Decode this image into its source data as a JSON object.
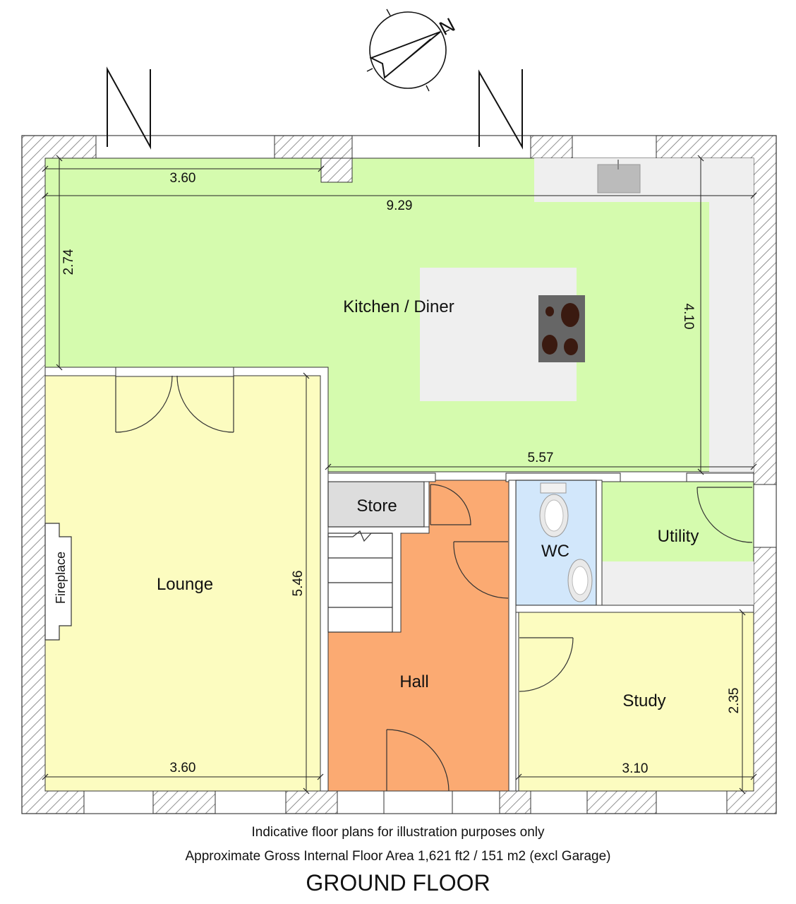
{
  "rooms": {
    "kitchen_diner": "Kitchen / Diner",
    "lounge": "Lounge",
    "store": "Store",
    "hall": "Hall",
    "wc": "WC",
    "utility": "Utility",
    "study": "Study",
    "fireplace": "Fireplace"
  },
  "dimensions": {
    "kitchen_top_width": "3.60",
    "kitchen_overall_width": "9.29",
    "kitchen_left_height": "2.74",
    "kitchen_right_height": "4.10",
    "kitchen_bottom_width": "5.57",
    "lounge_height": "5.46",
    "lounge_width": "3.60",
    "study_height": "2.35",
    "study_width": "3.10"
  },
  "compass": {
    "north_label": "N"
  },
  "colors": {
    "kitchen": "#d5fbae",
    "lounge": "#fcfcc0",
    "hall": "#fbaa72",
    "wc": "#d2e7fb",
    "utility": "#d5fbae",
    "study": "#fcfcc0",
    "store": "#dddddd",
    "counter": "#efefef",
    "hob": "#666666"
  },
  "caption": {
    "line1": "Indicative floor plans for illustration purposes only",
    "line2": "Approximate Gross Internal Floor Area 1,621 ft2 / 151 m2 (excl Garage)",
    "title": "GROUND FLOOR"
  }
}
